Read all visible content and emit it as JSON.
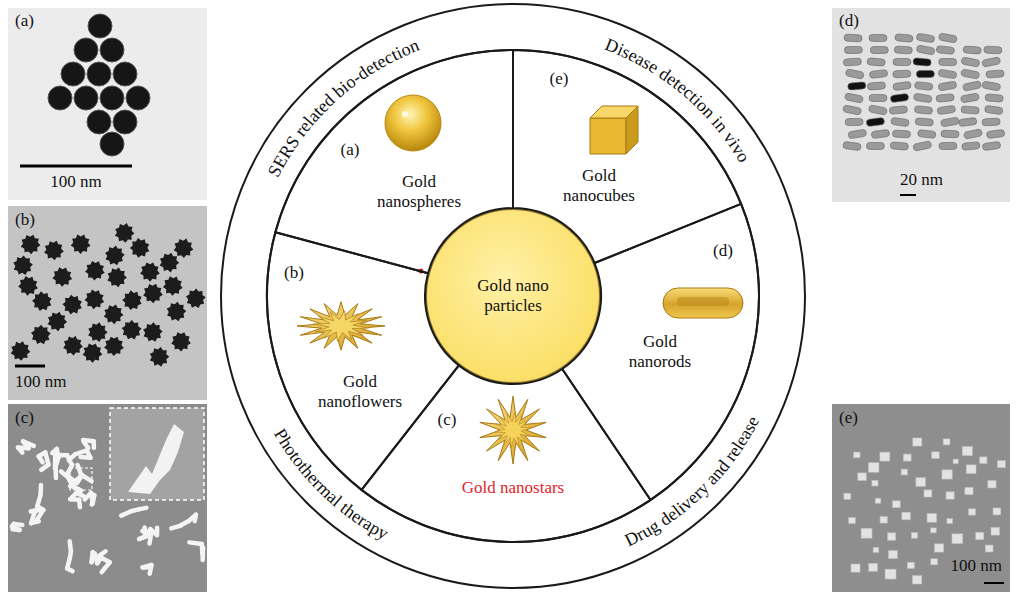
{
  "diagram": {
    "nodes": [
      {
        "text": [
          "Gold nano particles"
        ]
      },
      {
        "text": [
          "(a)",
          "Gold nanospheres"
        ]
      },
      {
        "text": [
          "(e)",
          "Gold nanocubes"
        ]
      },
      {
        "text": [
          "(b)",
          "Gold nanoflowers"
        ]
      },
      {
        "text": [
          "(d)",
          "Gold nanorods"
        ]
      },
      {
        "text": [
          "(c)",
          "Gold nanostars"
        ]
      }
    ],
    "labels": [
      "SERS related bio-detection",
      "Disease detection in vivo",
      "Photothermal therapy",
      "Drug delivery and release",
      "(a)",
      "100 nm",
      "(b)",
      "100 nm",
      "(c)",
      "(d)",
      "20 nm",
      "(e)",
      "100 nm"
    ]
  }
}
